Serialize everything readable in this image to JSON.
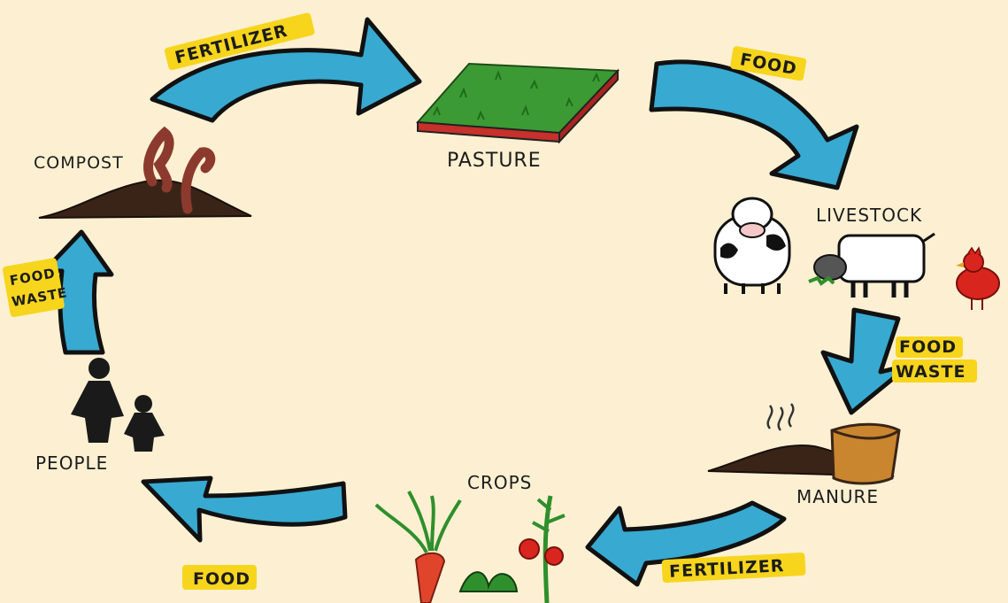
{
  "colors": {
    "background": "#fdf0d2",
    "arrow": "#38a9d0",
    "highlight": "#f7d51d",
    "worm": "#8c3a2e",
    "soil": "#3a2418",
    "grass": "#2f8f2c",
    "carrot": "#e0452c",
    "hen": "#d8261f"
  },
  "nodes": {
    "pasture": "PASTURE",
    "livestock": "LIVESTOCK",
    "manure": "MANURE",
    "crops": "CROPS",
    "people": "PEOPLE",
    "compost": "COMPOST"
  },
  "edges": {
    "pasture_to_livestock": "FOOD",
    "livestock_to_manure": [
      "FOOD",
      "WASTE"
    ],
    "manure_to_crops": "FERTILIZER",
    "crops_to_people": "FOOD",
    "people_to_compost": [
      "FOOD",
      "WASTE"
    ],
    "compost_to_pasture": "FERTILIZER"
  },
  "icons": {
    "pasture": "grass-patch-icon",
    "compost": "worms-soil-icon",
    "cow": "cow-icon",
    "sheep": "sheep-icon",
    "hen": "hen-icon",
    "manure": "manure-pile-icon",
    "sack": "sack-icon",
    "carrot": "carrot-icon",
    "lettuce": "lettuce-icon",
    "tomato": "tomato-plant-icon",
    "people": "people-silhouette-icon"
  }
}
